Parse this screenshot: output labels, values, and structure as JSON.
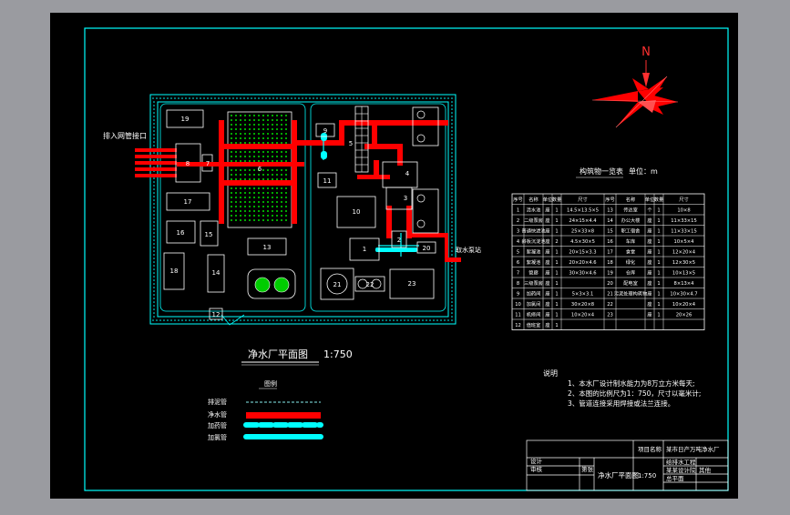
{
  "colors": {
    "background": "#000000",
    "outer_frame": "#9a9ba0",
    "cyan": "#00ffff",
    "red": "#ff0000",
    "white": "#ffffff",
    "green": "#00cc00"
  },
  "north_label": "N",
  "inlet_label": "排入网管接口",
  "outlet_label": "取水泵站",
  "plan_title": "净水厂平面图",
  "plan_scale": "1:750",
  "legend": {
    "title": "图例",
    "items": [
      {
        "label": "排泥管",
        "style": "dashed-thin"
      },
      {
        "label": "净水管",
        "style": "solid-red"
      },
      {
        "label": "加药管",
        "style": "dashed-cyan"
      },
      {
        "label": "加氯管",
        "style": "solid-cyan"
      }
    ]
  },
  "buildings": [
    {
      "id": "b19",
      "label": "19"
    },
    {
      "id": "b8",
      "label": "8"
    },
    {
      "id": "b7",
      "label": "7"
    },
    {
      "id": "b6",
      "label": "6"
    },
    {
      "id": "b17",
      "label": "17"
    },
    {
      "id": "b16",
      "label": "16"
    },
    {
      "id": "b15",
      "label": "15"
    },
    {
      "id": "b13",
      "label": "13"
    },
    {
      "id": "b18",
      "label": "18"
    },
    {
      "id": "b14",
      "label": "14"
    },
    {
      "id": "b12",
      "label": "12"
    },
    {
      "id": "b9",
      "label": "9"
    },
    {
      "id": "b11",
      "label": "11"
    },
    {
      "id": "b5",
      "label": "5"
    },
    {
      "id": "b4",
      "label": "4"
    },
    {
      "id": "b3",
      "label": "3"
    },
    {
      "id": "b10",
      "label": "10"
    },
    {
      "id": "b1",
      "label": "1"
    },
    {
      "id": "b2",
      "label": "2"
    },
    {
      "id": "b20",
      "label": "20"
    },
    {
      "id": "b21",
      "label": "21"
    },
    {
      "id": "b22",
      "label": "22"
    },
    {
      "id": "b23",
      "label": "23"
    }
  ],
  "structure_table": {
    "title": "构筑物一览表",
    "unit": "单位：m",
    "headers": [
      "序号",
      "名称",
      "单位",
      "数量",
      "尺寸",
      "序号",
      "名称",
      "单位",
      "数量",
      "尺寸"
    ],
    "rows": [
      [
        "1",
        "清水池",
        "座",
        "1",
        "14.5×13.5×5",
        "13",
        "传达室",
        "个",
        "1",
        "10×8"
      ],
      [
        "2",
        "二级泵房",
        "座",
        "1",
        "24×15×4.4",
        "14",
        "办公大楼",
        "座",
        "1",
        "11×33×15"
      ],
      [
        "3",
        "普通快滤池",
        "座",
        "1",
        "25×33×8",
        "15",
        "职工宿舍",
        "座",
        "1",
        "11×33×15"
      ],
      [
        "4",
        "斜板沉淀池",
        "座",
        "2",
        "4.5×30×5",
        "16",
        "车库",
        "座",
        "1",
        "10×5×4"
      ],
      [
        "5",
        "絮凝池",
        "座",
        "1",
        "20×15×3.3",
        "17",
        "食堂",
        "座",
        "1",
        "12×20×4"
      ],
      [
        "6",
        "絮凝池",
        "座",
        "1",
        "20×20×4.6",
        "18",
        "绿化",
        "座",
        "1",
        "12×30×5"
      ],
      [
        "7",
        "管廊",
        "座",
        "1",
        "30×30×4.6",
        "19",
        "仓库",
        "座",
        "1",
        "10×13×5"
      ],
      [
        "8",
        "三级泵房",
        "座",
        "1",
        "",
        "20",
        "配电室",
        "座",
        "1",
        "8×13×4"
      ],
      [
        "9",
        "加药间",
        "座",
        "1",
        "5×3×3.1",
        "21",
        "污泥处理构筑物",
        "座",
        "1",
        "10×30×4.7"
      ],
      [
        "10",
        "加氯间",
        "座",
        "1",
        "30×20×8",
        "22",
        "",
        "座",
        "1",
        "10×20×4"
      ],
      [
        "11",
        "机修间",
        "座",
        "1",
        "10×20×4",
        "23",
        "",
        "座",
        "1",
        "20×26"
      ],
      [
        "12",
        "值班室",
        "座",
        "1",
        "",
        "",
        "",
        "",
        "",
        ""
      ]
    ]
  },
  "notes": {
    "title": "说明",
    "lines": [
      "1、本水厂设计制水能力为8万立方米每天;",
      "2、本图的比例尺为1：750，尺寸以毫米计;",
      "3、管道连接采用焊接或法兰连接。"
    ]
  },
  "title_block": {
    "project_label": "项目名称",
    "project_name": "某市日产万吨净水厂",
    "drawing_name": "净水厂平面图",
    "scale": "1:750",
    "design_label": "设计",
    "check_label": "审核",
    "sheet_label": "第张",
    "row1": "给排水工程",
    "row2": "某某设计院",
    "row3": "其他",
    "row4": "总平面"
  }
}
